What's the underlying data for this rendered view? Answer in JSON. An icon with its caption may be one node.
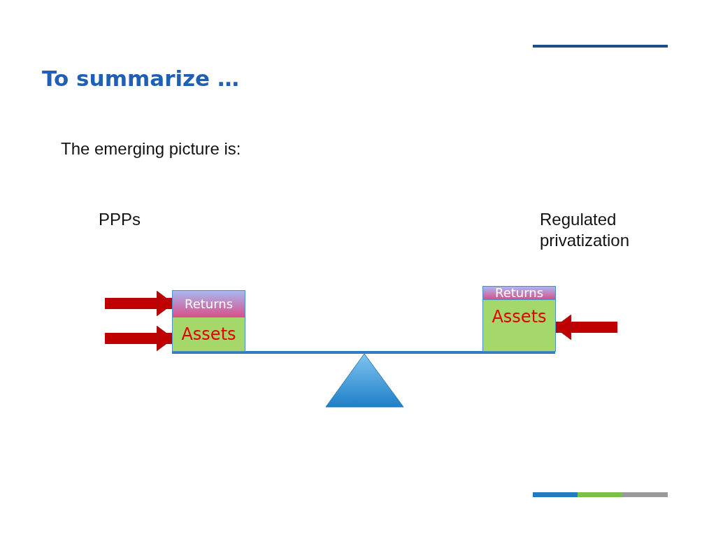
{
  "diagram": {
    "title": "To summarize …",
    "nodes": [
      {
        "text": [
          "Returns"
        ]
      },
      {
        "text": [
          "Assets"
        ]
      },
      {
        "text": [
          "Returns"
        ]
      },
      {
        "text": [
          "Assets"
        ]
      }
    ],
    "edges": [
      {
        "from": null,
        "to": 0,
        "arrow": "to"
      },
      {
        "from": null,
        "to": 1,
        "arrow": "to"
      },
      {
        "from": null,
        "to": 3,
        "arrow": "to"
      }
    ],
    "labels": [
      "The emerging picture is:",
      "PPPs",
      "Regulated privatization"
    ]
  }
}
